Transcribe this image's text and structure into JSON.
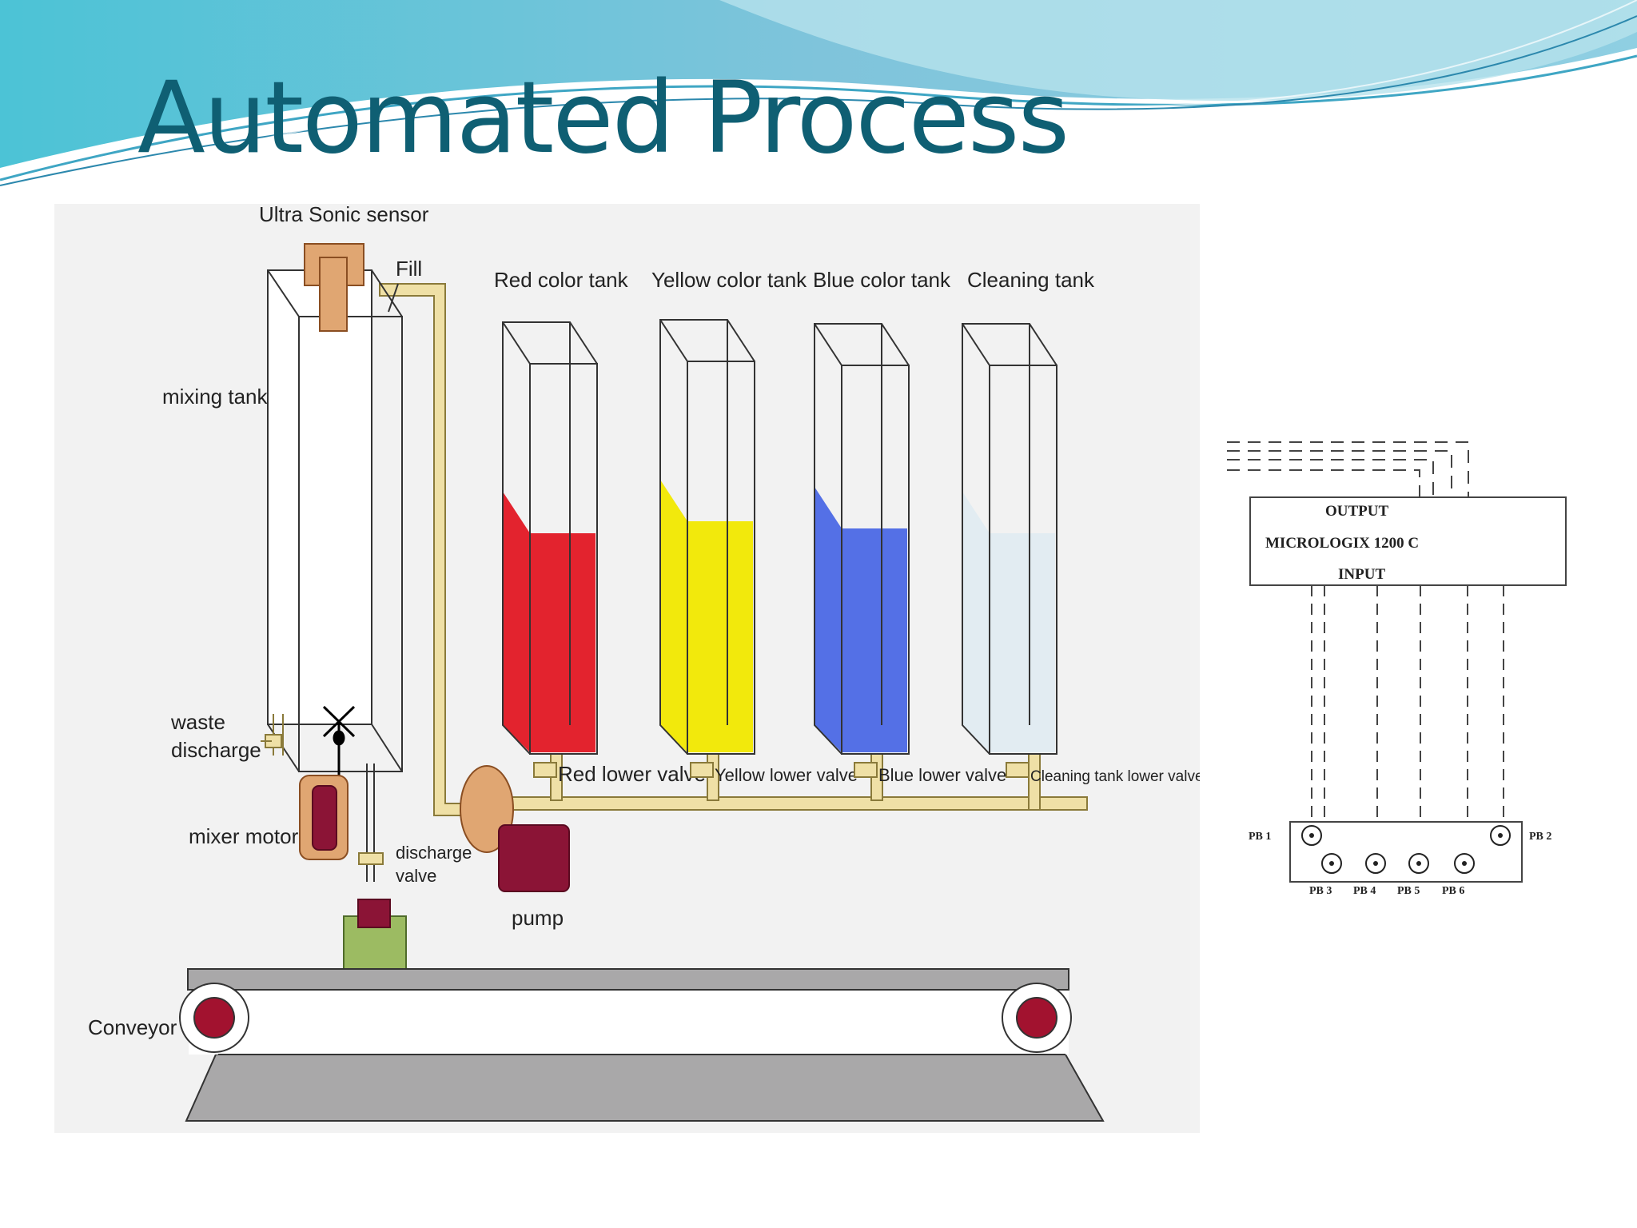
{
  "slide": {
    "title": "Automated Process"
  },
  "process": {
    "ultrasonic_label": "Ultra Sonic sensor",
    "fill_label": "Fill",
    "mixing_tank_label": "mixing tank",
    "waste_line1": "waste",
    "waste_line2": "discharge",
    "mixer_motor_label": "mixer motor",
    "discharge_line1": "discharge",
    "discharge_line2": "valve",
    "pump_label": "pump",
    "conveyor_label": "Conveyor",
    "tanks": [
      {
        "label": "Red color tank",
        "valve_label": "Red lower valve",
        "color": "#e3232e",
        "side_color": "#e8353c"
      },
      {
        "label": "Yellow color tank",
        "valve_label": "Yellow lower valve",
        "color": "#f2e90c",
        "side_color": "#f5ea12"
      },
      {
        "label": "Blue color tank",
        "valve_label": "Blue lower valve",
        "color": "#5470e6",
        "side_color": "#4f68e0"
      },
      {
        "label": "Cleaning tank",
        "valve_label": "Cleaning tank lower valve",
        "color": "#e2ecf2",
        "side_color": "#dde8ee"
      }
    ],
    "colors": {
      "pipe": "#efe0a6",
      "pipe_edge": "#8a7a3a",
      "sensor": "#e0a672",
      "motor_body": "#8b1436",
      "product": "#9cbb62",
      "belt": "#a9a8a9",
      "background": "#f2f2f2"
    }
  },
  "plc": {
    "output_label": "OUTPUT",
    "model_label": "MICROLOGIX 1200 C",
    "input_label": "INPUT",
    "buttons": [
      "PB 1",
      "PB 2",
      "PB 3",
      "PB 4",
      "PB 5",
      "PB 6"
    ]
  }
}
